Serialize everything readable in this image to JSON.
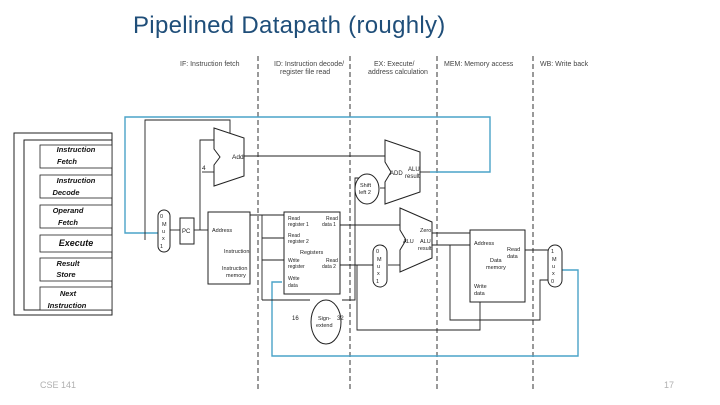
{
  "slide": {
    "title": "Pipelined Datapath (roughly)",
    "footer_left": "CSE 141",
    "footer_right": "17"
  },
  "stage_headers": [
    "IF: Instruction fetch",
    "ID: Instruction decode/",
    "register file read",
    "EX: Execute/",
    "address calculation",
    "MEM: Memory access",
    "WB: Write back"
  ],
  "cycle_steps": [
    {
      "line1": "Instruction",
      "line2": "Fetch"
    },
    {
      "line1": "Instruction",
      "line2": "Decode"
    },
    {
      "line1": "Operand",
      "line2": "Fetch"
    },
    {
      "line1": "Execute",
      "line2": ""
    },
    {
      "line1": "Result",
      "line2": "Store"
    },
    {
      "line1": "Next",
      "line2": "Instruction"
    }
  ],
  "labels": {
    "add": "Add",
    "four": "4",
    "add_alu": "ADD",
    "alu_result_1": "ALU",
    "alu_result_2": "result",
    "shift_1": "Shift",
    "shift_2": "left 2",
    "pc": "PC",
    "address": "Address",
    "instruction": "Instruction",
    "instr_mem_1": "Instruction",
    "instr_mem_2": "memory",
    "read_reg1_1": "Read",
    "read_reg1_2": "register 1",
    "read_reg2_1": "Read",
    "read_reg2_2": "register 2",
    "write_reg_1": "Write",
    "write_reg_2": "register",
    "write_data_1": "Write",
    "write_data_2": "data",
    "read_data1_1": "Read",
    "read_data1_2": "data 1",
    "read_data2_1": "Read",
    "read_data2_2": "data 2",
    "registers": "Registers",
    "zero": "Zero",
    "alu": "ALU",
    "alu_out_1": "ALU",
    "alu_out_2": "result",
    "dm_address": "Address",
    "dm_read_1": "Read",
    "dm_read_2": "data",
    "dm_name_1": "Data",
    "dm_name_2": "memory",
    "dm_write_1": "Write",
    "dm_write_2": "data",
    "sign_1": "Sign-",
    "sign_2": "extend",
    "sixteen": "16",
    "thirtytwo": "32",
    "mux_m": "M",
    "mux_u": "u",
    "mux_x": "x",
    "zero_digit": "0",
    "one_digit": "1"
  }
}
